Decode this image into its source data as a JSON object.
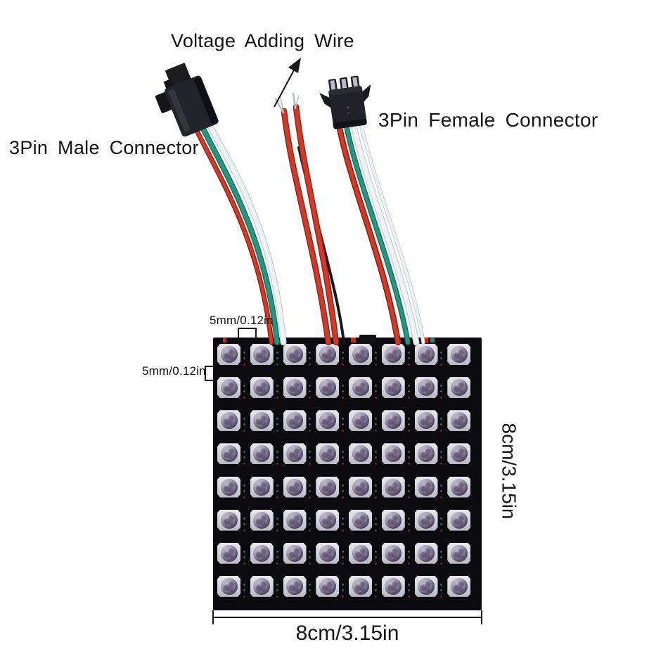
{
  "annotations": {
    "voltage_wire_label": "Voltage Adding Wire",
    "male_connector_label": "3Pin Male Connector",
    "female_connector_label": "3Pin Female Connector"
  },
  "dimensions": {
    "led_pitch_horizontal": "5mm/0.12in",
    "led_pitch_vertical": "5mm/0.12in",
    "panel_height": "8cm/3.15in",
    "panel_width": "8cm/3.15in"
  },
  "panel": {
    "rows": 8,
    "cols": 8,
    "led_count": 64
  },
  "colors": {
    "wire_red": "#d03a28",
    "wire_red_dark": "#8f1b12",
    "wire_green": "#27967f",
    "wire_green_dark": "#14665a",
    "wire_white": "#eef2f4",
    "wire_white_dark": "#c7cdd1",
    "wire_black": "#17171a",
    "wire_silver": "#b6bcc0",
    "connector_body": "#222228",
    "pcb_black": "#0a0a0f",
    "led_body": "#d9d9df",
    "led_lens": "#948da4",
    "annotation_ink": "#151515"
  }
}
